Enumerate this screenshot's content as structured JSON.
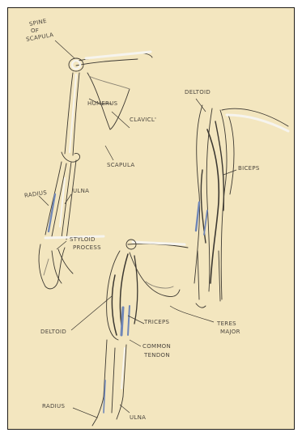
{
  "colors": {
    "paper": "#f3e6bf",
    "pencil": "#3c3831",
    "pencil_light": "#8a8373",
    "highlight_white": "#f6f4ee",
    "highlight_blue": "#6f86b7"
  },
  "labels": {
    "spine_of_scapula_line1": "SPINE",
    "spine_of_scapula_line2": "OF",
    "spine_of_scapula_line3": "SCAPULA",
    "humerus": "HUMERUS",
    "clavicle": "CLAVICL'",
    "scapula": "SCAPULA",
    "radius_upper": "RADIUS",
    "ulna_upper": "ULNA",
    "styloid_line1": "STYLOID",
    "styloid_line2": "PROCESS",
    "deltoid_upper": "DELTOID",
    "biceps": "BICEPS",
    "deltoid_lower": "DELTOID",
    "triceps": "TRICEPS",
    "teres_major_line1": "TERES",
    "teres_major_line2": "MAJOR",
    "common_tendon_line1": "COMMON",
    "common_tendon_line2": "TENDON",
    "radius_lower": "RADIUS",
    "ulna_lower": "ULNA"
  }
}
